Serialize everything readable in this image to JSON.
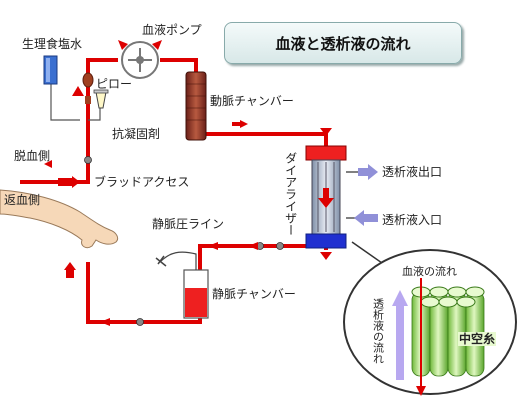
{
  "title": "血液と透析液の流れ",
  "labels": {
    "saline": "生理食塩水",
    "blood_pump": "血液ポンプ",
    "pillow": "ピロー",
    "anticoagulant": "抗凝固剤",
    "arterial_chamber": "動脈チャンバー",
    "blood_removal": "脱血側",
    "blood_access": "ブラッドアクセス",
    "blood_return": "返血側",
    "dialyzer": "ダイアライザー",
    "dialysate_outlet": "透析液出口",
    "dialysate_inlet": "透析液入口",
    "venous_pressure_line": "静脈圧ライン",
    "venous_chamber": "静脈チャンバー",
    "blood_flow": "血液の流れ",
    "dialysate_flow": "透析液の流れ",
    "hollow_fiber": "中空糸"
  },
  "colors": {
    "blood_line": "#dd0000",
    "arrow": "#880000",
    "dialysate_arrow": "#9090d8",
    "fiber": "#a8e070",
    "saline_bag": "#3a6fd0"
  }
}
